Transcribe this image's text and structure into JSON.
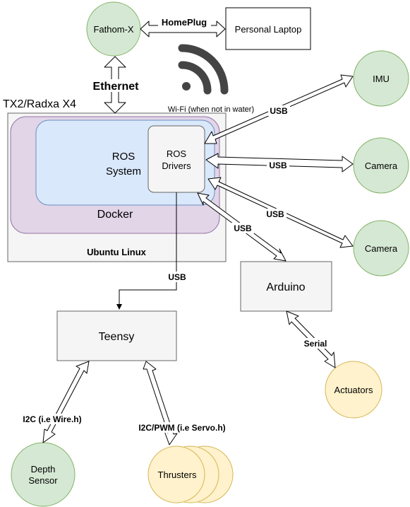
{
  "nodes": {
    "fathom": "Fathom-X",
    "laptop": "Personal Laptop",
    "imu": "IMU",
    "camera1": "Camera",
    "camera2": "Camera",
    "host": "TX2/Radxa X4",
    "os": "Ubuntu Linux",
    "docker": "Docker",
    "ros_system_1": "ROS",
    "ros_system_2": "System",
    "ros_drivers_1": "ROS",
    "ros_drivers_2": "Drivers",
    "arduino": "Arduino",
    "teensy": "Teensy",
    "actuators": "Actuators",
    "depth_1": "Depth",
    "depth_2": "Sensor",
    "thrusters": "Thrusters"
  },
  "links": {
    "homeplug": "HomePlug",
    "ethernet": "Ethernet",
    "wifi": "Wi-Fi (when not in water)",
    "usb_imu": "USB",
    "usb_cam1": "USB",
    "usb_cam2": "USB",
    "usb_arduino": "USB",
    "usb_teensy": "USB",
    "serial": "Serial",
    "i2c": "I2C (i.e Wire.h)",
    "i2c_pwm": "I2C/PWM (i.e Servo.h)"
  },
  "colors": {
    "green_fill": "#d5e8d4",
    "green_stroke": "#82b366",
    "yellow_fill": "#fff2cc",
    "yellow_stroke": "#d6b656",
    "purple_fill": "#e1d5e7",
    "purple_stroke": "#9673a6",
    "blue_fill": "#dae8fc",
    "blue_stroke": "#6c8ebf",
    "gray_fill": "#f5f5f5",
    "gray_stroke": "#666666"
  }
}
